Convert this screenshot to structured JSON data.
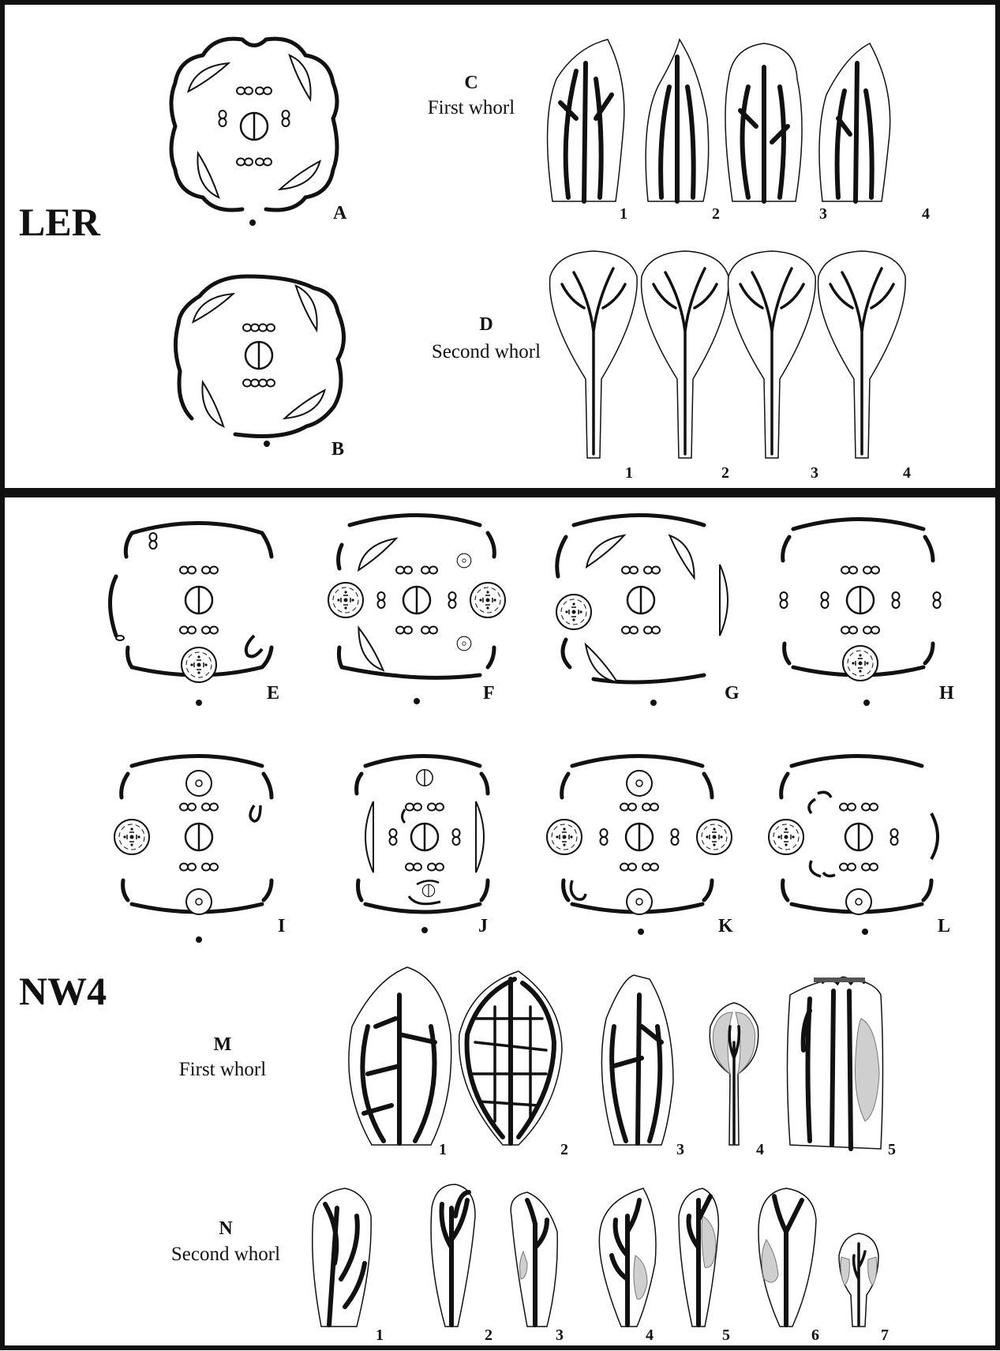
{
  "panels": {
    "top_group": "LER",
    "bottom_group": "NW4"
  },
  "labels": {
    "A": "A",
    "B": "B",
    "C": "C",
    "D": "D",
    "E": "E",
    "F": "F",
    "G": "G",
    "H": "H",
    "I": "I",
    "J": "J",
    "K": "K",
    "L": "L",
    "M": "M",
    "N": "N"
  },
  "captions": {
    "C": "First whorl",
    "D": "Second whorl",
    "M": "First whorl",
    "N": "Second whorl"
  },
  "numbers": {
    "C": [
      "1",
      "2",
      "3",
      "4"
    ],
    "D": [
      "1",
      "2",
      "3",
      "4"
    ],
    "M": [
      "1",
      "2",
      "3",
      "4",
      "5"
    ],
    "N": [
      "1",
      "2",
      "3",
      "4",
      "5",
      "6",
      "7"
    ]
  }
}
